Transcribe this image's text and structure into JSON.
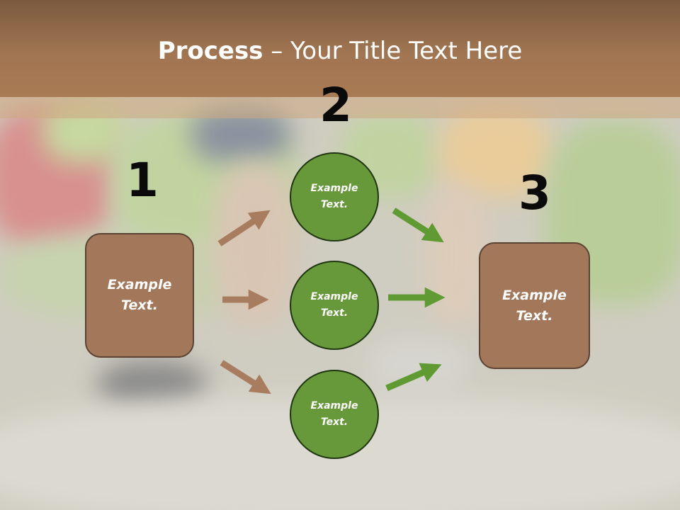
{
  "title": {
    "bold": "Process",
    "rest": " – Your Title Text Here"
  },
  "steps": {
    "one": "1",
    "two": "2",
    "three": "3"
  },
  "left_box": {
    "text": "Example\nText."
  },
  "circles": [
    {
      "text": "Example\nText."
    },
    {
      "text": "Example\nText."
    },
    {
      "text": "Example\nText."
    }
  ],
  "right_box": {
    "text": "Example\nText."
  },
  "colors": {
    "title_band": "#a17551",
    "box_fill": "#a3785a",
    "circle_fill": "#67993a",
    "brown_arrow": "#a87c5e",
    "green_arrow": "#5f9a33"
  }
}
